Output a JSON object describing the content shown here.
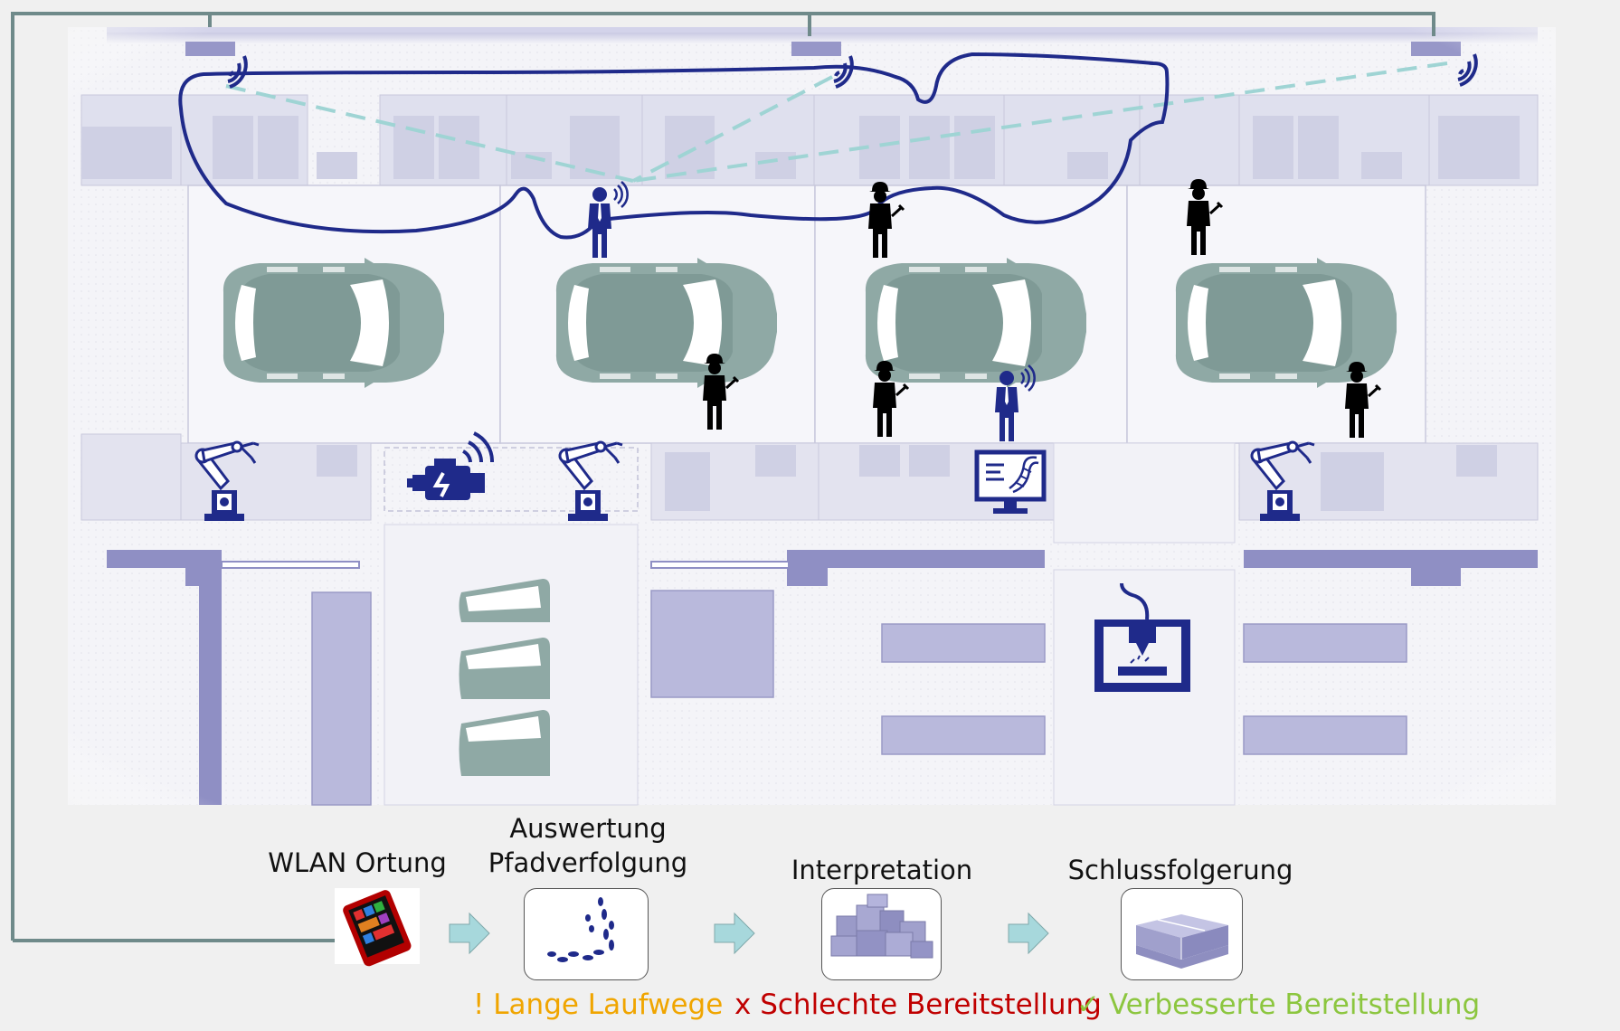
{
  "steps": [
    {
      "label": "WLAN Ortung",
      "icon": "smartphone-icon"
    },
    {
      "label_line1": "Auswertung",
      "label_line2": "Pfadverfolgung",
      "icon": "footprints-icon"
    },
    {
      "label": "Interpretation",
      "icon": "cluttered-boxes-icon"
    },
    {
      "label": "Schlussfolgerung",
      "icon": "stacked-boxes-icon"
    }
  ],
  "results": [
    {
      "text": "! Lange Laufwege",
      "color": "#f0a500"
    },
    {
      "text": "x Schlechte Bereitstellung",
      "color": "#c00000"
    },
    {
      "text": "✓ Verbesserte Bereitstellung",
      "color": "#8cc63f"
    }
  ],
  "colors": {
    "accent_navy": "#1f2a8a",
    "car_teal": "#8fa9a5",
    "wall_lavender": "#9797c8",
    "frame_gray": "#6f8a8a",
    "signal_dashed": "#9fd4d4",
    "arrow_fill": "#a7d8dc"
  }
}
